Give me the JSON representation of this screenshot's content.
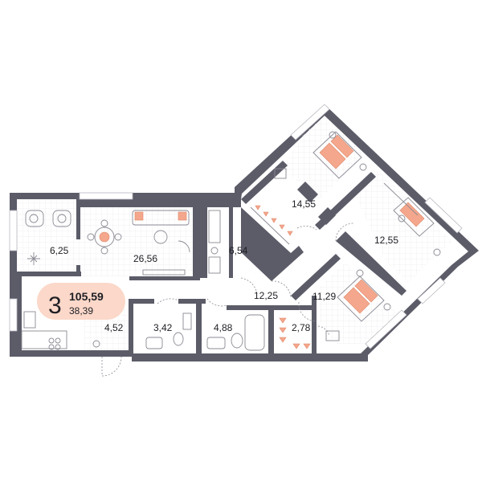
{
  "plan": {
    "room_count": "3",
    "total_area": "105,59",
    "living_area": "38,39",
    "accent_color": "#fbd8c9",
    "wall_color": "#5b5c68",
    "rooms": [
      {
        "name": "room-kitchen-corner",
        "area": "6,25"
      },
      {
        "name": "room-living",
        "area": "26,56"
      },
      {
        "name": "room-storage",
        "area": "6,54"
      },
      {
        "name": "room-bedroom-top",
        "area": "14,55"
      },
      {
        "name": "room-bedroom-right",
        "area": "12,55"
      },
      {
        "name": "room-hall",
        "area": "12,25"
      },
      {
        "name": "room-bedroom-bottom",
        "area": "11,29"
      },
      {
        "name": "room-entry",
        "area": "4,52"
      },
      {
        "name": "room-wc",
        "area": "3,42"
      },
      {
        "name": "room-bathroom",
        "area": "4,88"
      },
      {
        "name": "room-wardrobe",
        "area": "2,78"
      }
    ]
  }
}
